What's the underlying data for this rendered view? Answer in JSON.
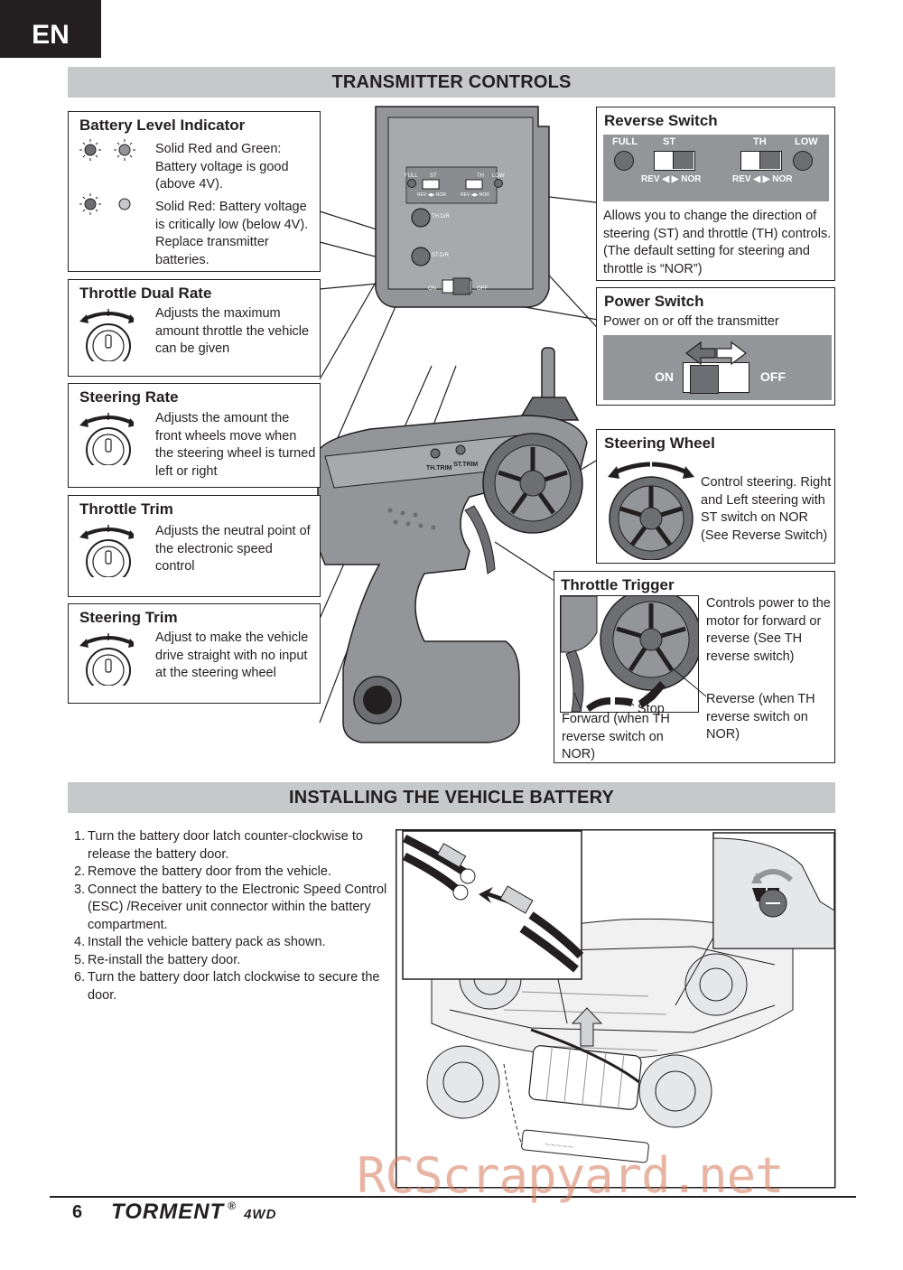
{
  "language_tab": "EN",
  "sections": {
    "transmitter_title": "TRANSMITTER CONTROLS",
    "battery_title": "INSTALLING THE VEHICLE BATTERY"
  },
  "callouts": {
    "battery_level": {
      "title": "Battery Level Indicator",
      "text1": "Solid Red and Green: Battery voltage is good (above 4V).",
      "text2": "Solid Red: Battery voltage is critically low (below 4V). Replace transmitter batteries."
    },
    "throttle_dual_rate": {
      "title": "Throttle Dual Rate",
      "text": "Adjusts the maximum amount throttle the vehicle can be given"
    },
    "steering_rate": {
      "title": "Steering Rate",
      "text": "Adjusts the amount the front wheels move when the steering wheel is turned left or right"
    },
    "throttle_trim": {
      "title": "Throttle Trim",
      "text": "Adjusts the neutral point of the electronic speed control"
    },
    "steering_trim": {
      "title": "Steering Trim",
      "text": "Adjust to make the vehicle drive straight with no input at the steering wheel"
    },
    "reverse_switch": {
      "title": "Reverse Switch",
      "text": "Allows you to change the direction of steering (ST) and throttle (TH) controls. (The default setting for steering and throttle is “NOR”)",
      "labels": {
        "full": "FULL",
        "st": "ST",
        "th": "TH",
        "low": "LOW",
        "rev_nor": "REV ◀ ▶ NOR"
      }
    },
    "power_switch": {
      "title": "Power Switch",
      "text": "Power on or off the transmitter",
      "on": "ON",
      "off": "OFF"
    },
    "steering_wheel": {
      "title": "Steering Wheel",
      "text": "Control steering. Right and Left steering with ST switch on NOR (See Reverse Switch)"
    },
    "throttle_trigger": {
      "title": "Throttle Trigger",
      "text": "Controls power to the motor for forward or reverse (See TH reverse switch)",
      "stop": "Stop",
      "forward": "Forward (when TH reverse switch on NOR)",
      "reverse": "Reverse (when TH reverse switch on NOR)"
    }
  },
  "transmitter_labels": {
    "full": "FULL",
    "st": "ST",
    "th": "TH",
    "low": "LOW",
    "rev_nor": "REV ◀▶ NOR",
    "th_dr": "TH.D/R",
    "st_dr": "ST.D/R",
    "on": "ON",
    "off": "OFF",
    "th_trim": "TH.TRIM",
    "st_trim": "ST.TRIM"
  },
  "battery_steps": [
    {
      "num": "1.",
      "text": "Turn the battery door latch counter-clockwise to release the battery door."
    },
    {
      "num": "2.",
      "text": "Remove the battery door from the vehicle."
    },
    {
      "num": "3.",
      "text": "Connect the battery to the Electronic Speed Control (ESC) /Receiver unit connector within the battery compartment."
    },
    {
      "num": "4.",
      "text": "Install the vehicle battery pack as shown."
    },
    {
      "num": "5.",
      "text": "Re-install the battery door."
    },
    {
      "num": "6.",
      "text": "Turn the battery door latch clockwise to secure the door."
    }
  ],
  "footer": {
    "page_number": "6",
    "brand": "TORMENT",
    "registered": "®",
    "model": "4WD"
  },
  "watermark": "RCScrapyard.net",
  "colors": {
    "section_bar": "#c7c8ca",
    "ink": "#231f20",
    "diagram_gray": "#939598",
    "watermark": "#d6785a"
  }
}
